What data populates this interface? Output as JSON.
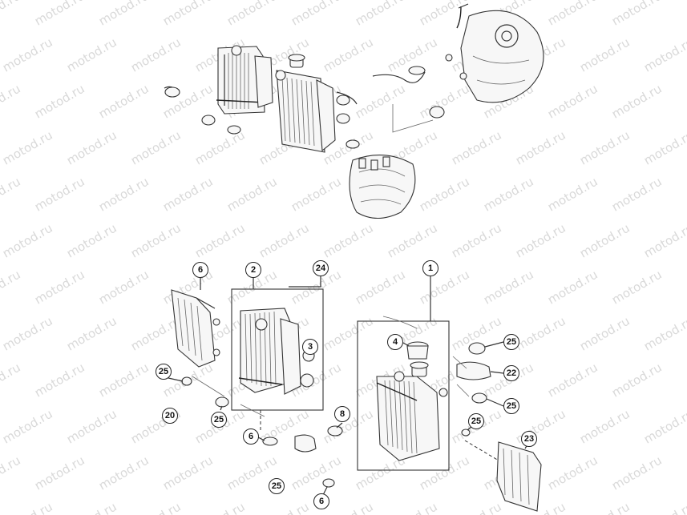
{
  "watermark": {
    "text": "motod.ru"
  },
  "callouts": [
    {
      "id": "c-6a",
      "label": "6"
    },
    {
      "id": "c-2",
      "label": "2"
    },
    {
      "id": "c-24",
      "label": "24"
    },
    {
      "id": "c-1",
      "label": "1"
    },
    {
      "id": "c-3",
      "label": "3"
    },
    {
      "id": "c-4",
      "label": "4"
    },
    {
      "id": "c-25a",
      "label": "25"
    },
    {
      "id": "c-22",
      "label": "22"
    },
    {
      "id": "c-25b",
      "label": "25"
    },
    {
      "id": "c-25c",
      "label": "25"
    },
    {
      "id": "c-20",
      "label": "20"
    },
    {
      "id": "c-25d",
      "label": "25"
    },
    {
      "id": "c-8",
      "label": "8"
    },
    {
      "id": "c-25e",
      "label": "25"
    },
    {
      "id": "c-6b",
      "label": "6"
    },
    {
      "id": "c-23",
      "label": "23"
    },
    {
      "id": "c-25f",
      "label": "25"
    }
  ]
}
